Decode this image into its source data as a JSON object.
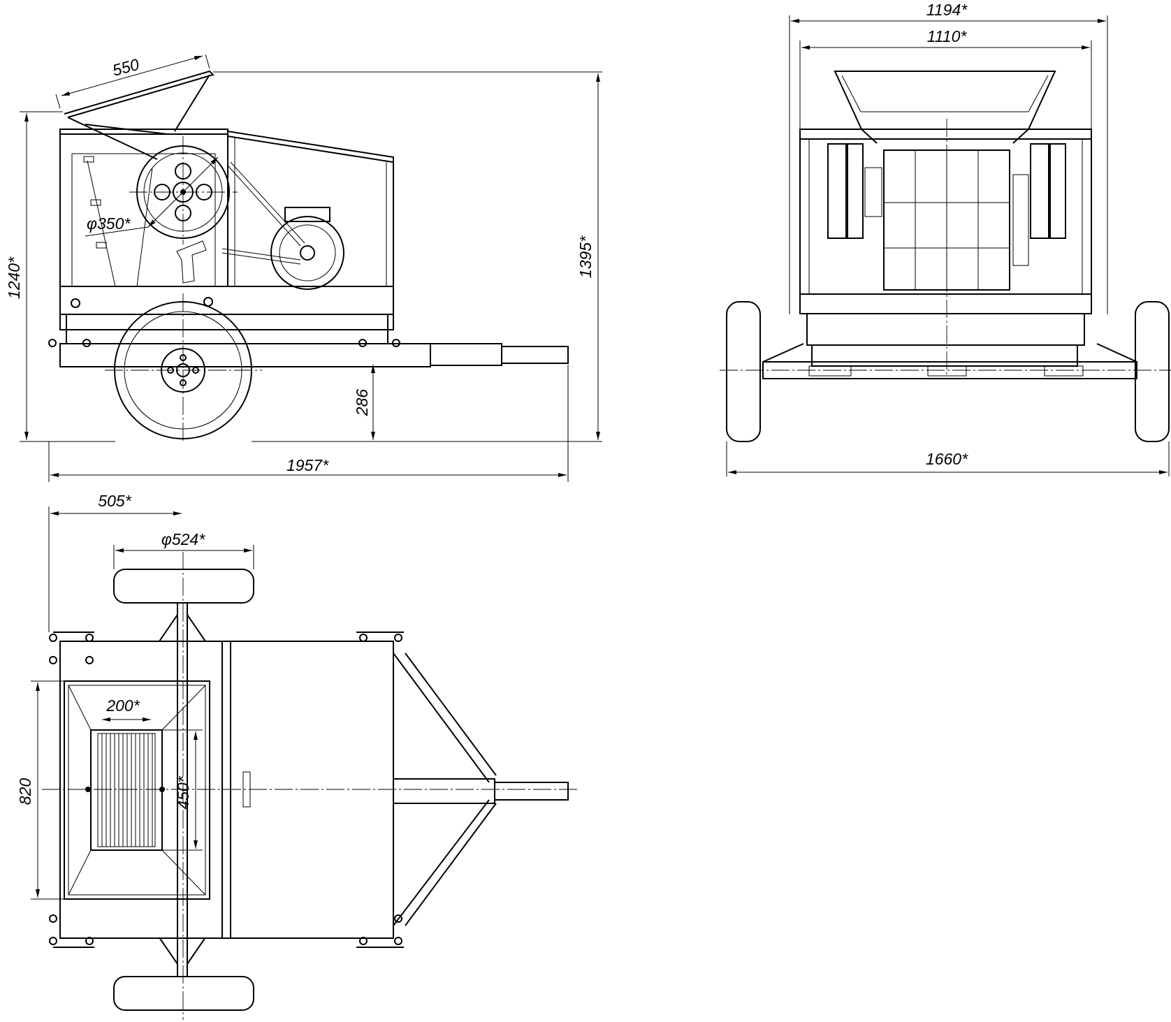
{
  "dimensions": {
    "side_top_chute": "550",
    "side_height_frame": "1240*",
    "side_height_total": "1395*",
    "side_rotor_dia": "φ350*",
    "side_ground_clearance": "286",
    "side_length": "1957*",
    "front_width_outer": "1194*",
    "front_width_inner": "1110*",
    "front_track": "1660*",
    "plan_axle_offset": "505*",
    "plan_wheel_dia": "φ524*",
    "plan_inlet_width": "200*",
    "plan_inlet_length": "450*",
    "plan_frame_width": "820"
  },
  "colors": {
    "line": "#000000",
    "background": "#ffffff"
  }
}
